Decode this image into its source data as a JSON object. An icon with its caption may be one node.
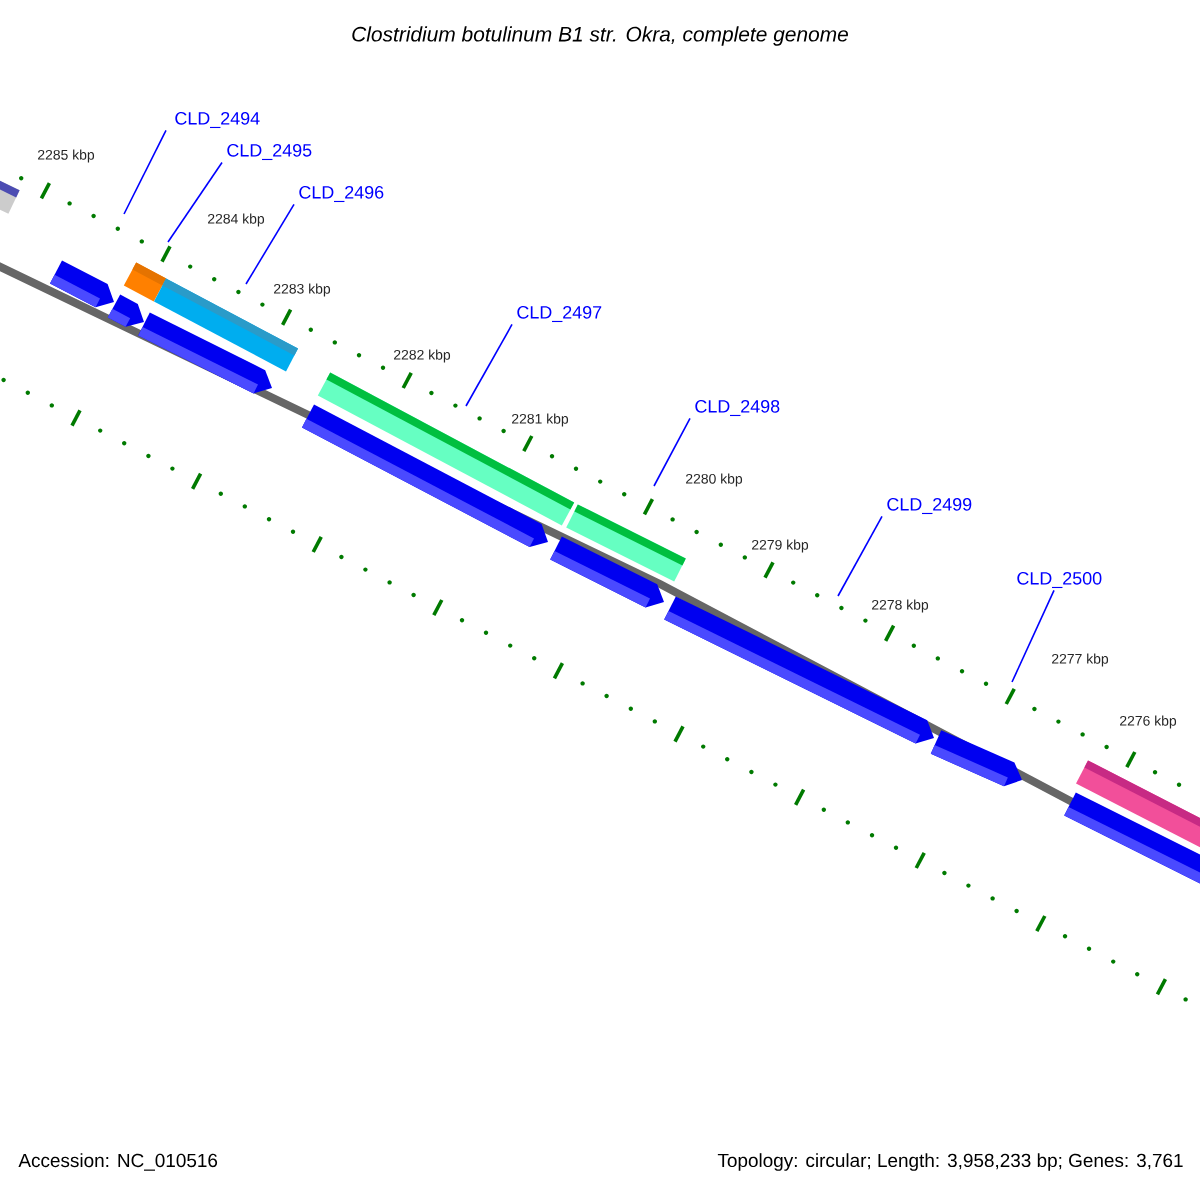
{
  "diagram": {
    "title": "Clostridium botulinum B1 str. Okra, complete genome",
    "nodes": [
      {
        "text": [
          "CLD_2494"
        ]
      },
      {
        "text": [
          "CLD_2495"
        ]
      },
      {
        "text": [
          "CLD_2496"
        ]
      },
      {
        "text": [
          "CLD_2497"
        ]
      },
      {
        "text": [
          "CLD_2498"
        ]
      },
      {
        "text": [
          "CLD_2499"
        ]
      },
      {
        "text": [
          "CLD_2500"
        ]
      }
    ],
    "edges": [
      {
        "from": 0,
        "to": null,
        "arrow": "none"
      },
      {
        "from": 1,
        "to": null,
        "arrow": "none"
      },
      {
        "from": 2,
        "to": null,
        "arrow": "none"
      },
      {
        "from": 3,
        "to": null,
        "arrow": "none"
      },
      {
        "from": 4,
        "to": null,
        "arrow": "none"
      },
      {
        "from": 5,
        "to": null,
        "arrow": "none"
      },
      {
        "from": 6,
        "to": null,
        "arrow": "none"
      }
    ],
    "labels": [
      "2285 kbp",
      "2284 kbp",
      "2283 kbp",
      "2282 kbp",
      "2281 kbp",
      "2280 kbp",
      "2279 kbp",
      "2278 kbp",
      "2277 kbp",
      "2276 kbp",
      "Accession: NC_010516",
      "Topology: circular; Length: 3,958,233 bp; Genes: 3,761"
    ]
  }
}
